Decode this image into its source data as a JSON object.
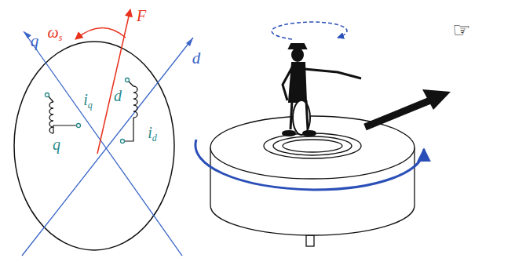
{
  "diagram": {
    "labels": [
      "ωs",
      "F",
      "q",
      "d",
      "q",
      "iq",
      "d",
      "id",
      "☞"
    ]
  }
}
